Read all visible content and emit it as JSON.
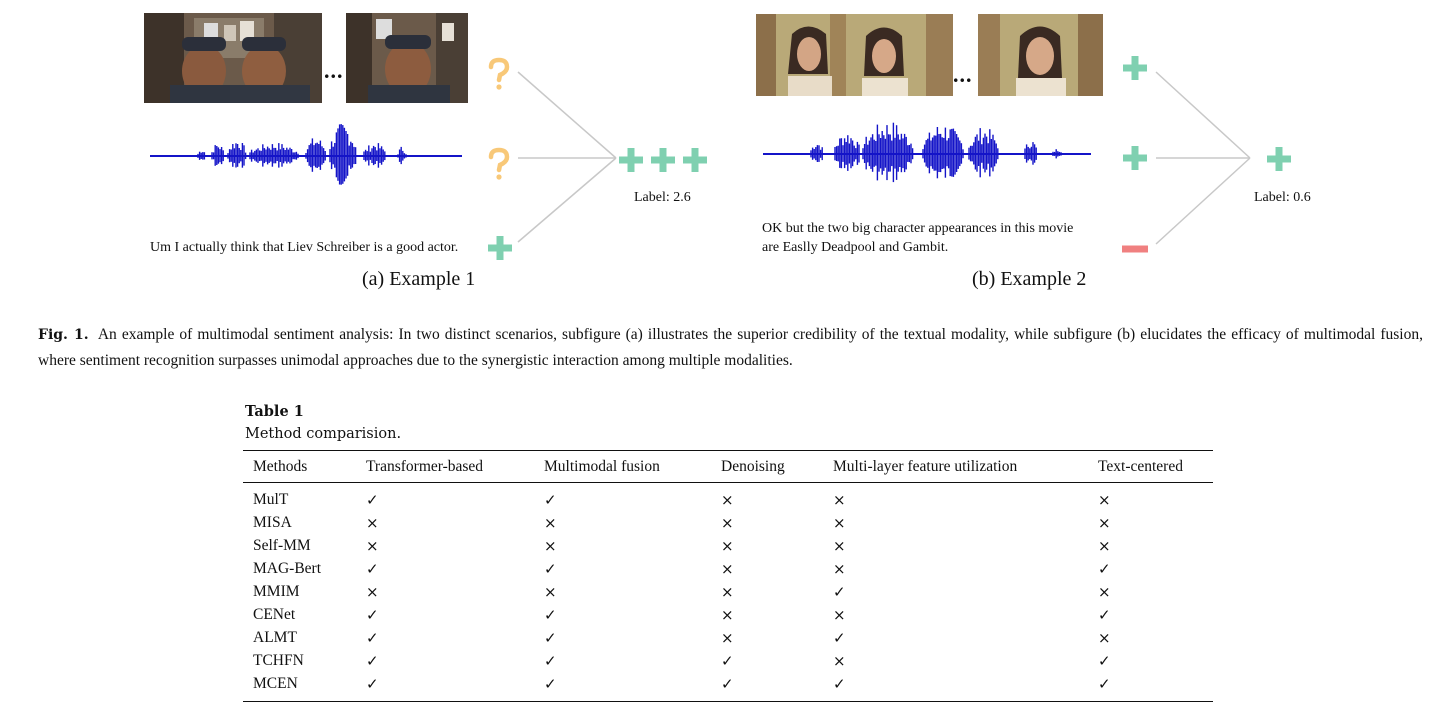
{
  "figure": {
    "example1": {
      "ellipsis": "...",
      "transcript": "Um I actually think that Liev Schreiber is a good actor.",
      "modality_marks": [
        "?",
        "?",
        "+"
      ],
      "result_marks": [
        "+",
        "+",
        "+"
      ],
      "label": "Label: 2.6",
      "subcaption": "(a) Example 1"
    },
    "example2": {
      "ellipsis": "...",
      "transcript_line1": "OK but the two big character appearances in this movie",
      "transcript_line2": "are Easlly Deadpool and Gambit.",
      "modality_marks": [
        "+",
        "+",
        "−"
      ],
      "result_marks": [
        "+"
      ],
      "label": "Label: 0.6",
      "subcaption": "(b) Example 2"
    },
    "colors": {
      "waveform": "#1414c8",
      "positive": "#7fd0b0",
      "negative": "#f08080",
      "uncertain": "#f8c878",
      "connector": "#c8c8c8"
    }
  },
  "caption": {
    "prefix": "Fig. 1.",
    "text": "An example of multimodal sentiment analysis: In two distinct scenarios, subfigure (a) illustrates the superior credibility of the textual modality, while subfigure (b) elucidates the efficacy of multimodal fusion, where sentiment recognition surpasses unimodal approaches due to the synergistic interaction among multiple modalities."
  },
  "table": {
    "title": "Table 1",
    "subtitle": "Method comparision.",
    "headers": [
      "Methods",
      "Transformer-based",
      "Multimodal fusion",
      "Denoising",
      "Multi-layer feature utilization",
      "Text-centered"
    ],
    "rows": [
      [
        "MulT",
        "✓",
        "✓",
        "×",
        "×",
        "×"
      ],
      [
        "MISA",
        "×",
        "×",
        "×",
        "×",
        "×"
      ],
      [
        "Self-MM",
        "×",
        "×",
        "×",
        "×",
        "×"
      ],
      [
        "MAG-Bert",
        "✓",
        "✓",
        "×",
        "×",
        "✓"
      ],
      [
        "MMIM",
        "×",
        "×",
        "×",
        "✓",
        "×"
      ],
      [
        "CENet",
        "✓",
        "✓",
        "×",
        "×",
        "✓"
      ],
      [
        "ALMT",
        "✓",
        "✓",
        "×",
        "✓",
        "×"
      ],
      [
        "TCHFN",
        "✓",
        "✓",
        "✓",
        "×",
        "✓"
      ],
      [
        "MCEN",
        "✓",
        "✓",
        "✓",
        "✓",
        "✓"
      ]
    ]
  }
}
